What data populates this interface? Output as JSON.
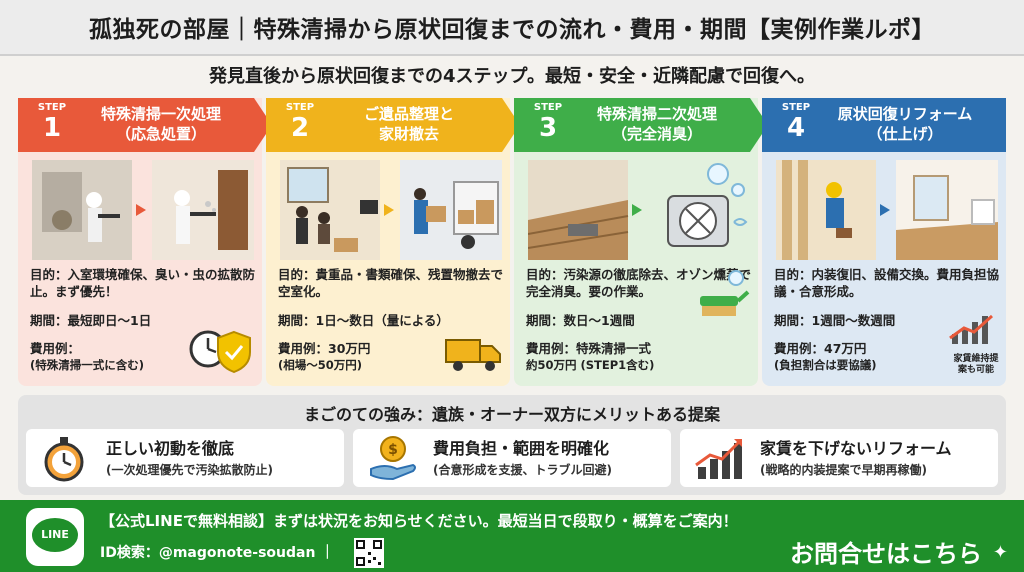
{
  "title": "孤独死の部屋｜特殊清掃から原状回復までの流れ・費用・期間【実例作業ルポ】",
  "subtitle": "発見直後から原状回復までの4ステップ。最短・安全・近隣配慮で回復へ。",
  "colors": {
    "step1": "#e8593a",
    "step2": "#f0b31c",
    "step3": "#3fae49",
    "step4": "#2c6fb0",
    "footer": "#1f8f2a"
  },
  "steps": [
    {
      "label": "STEP",
      "number": "1",
      "title_line1": "特殊清掃一次処理",
      "title_line2": "（応急処置）",
      "purpose": "目的：入室環境確保、臭い・虫の拡散防止。まず優先！",
      "period": "期間：最短即日〜1日",
      "cost": "費用例：",
      "cost_note": "(特殊清掃一式に含む)",
      "icons": [
        "worker-spraying-icon",
        "clock-icon",
        "shield-icon"
      ]
    },
    {
      "label": "STEP",
      "number": "2",
      "title_line1": "ご遺品整理と",
      "title_line2": "家財撤去",
      "purpose": "目的：貴重品・書類確保、残置物撤去で空室化。",
      "period": "期間：1日〜数日（量による）",
      "cost": "費用例：30万円",
      "cost_note": "(相場〜50万円)",
      "icons": [
        "family-sorting-icon",
        "movers-truck-icon",
        "delivery-truck-icon"
      ]
    },
    {
      "label": "STEP",
      "number": "3",
      "title_line1": "特殊清掃二次処理",
      "title_line2": "（完全消臭）",
      "purpose": "目的：汚染源の徹底除去、オゾン燻蒸で完全消臭。要の作業。",
      "period": "期間：数日〜1週間",
      "cost": "費用例：特殊清掃一式",
      "cost_note": "約50万円 (STEP1含む)",
      "icons": [
        "floor-removal-icon",
        "ozone-machine-icon",
        "brush-icon"
      ]
    },
    {
      "label": "STEP",
      "number": "4",
      "title_line1": "原状回復リフォーム",
      "title_line2": "（仕上げ）",
      "purpose": "目的：内装復旧、設備交換。費用負担協議・合意形成。",
      "period": "期間：1週間〜数週間",
      "cost": "費用例：47万円",
      "cost_note": "(負担割合は要協議)",
      "badge": "家賃維持提案も可能",
      "icons": [
        "renovation-worker-icon",
        "finished-room-icon",
        "rising-chart-icon"
      ]
    }
  ],
  "strengths": {
    "heading": "まごのての強み：遺族・オーナー双方にメリットある提案",
    "cards": [
      {
        "title": "正しい初動を徹底",
        "sub": "(一次処理優先で汚染拡散防止)",
        "icon": "stopwatch-icon"
      },
      {
        "title": "費用負担・範囲を明確化",
        "sub": "(合意形成を支援、トラブル回避)",
        "icon": "coin-hand-icon"
      },
      {
        "title": "家賃を下げないリフォーム",
        "sub": "(戦略的内装提案で早期再稼働)",
        "icon": "growth-chart-icon"
      }
    ]
  },
  "footer": {
    "line_label": "LINE",
    "message": "【公式LINEで無料相談】まずは状況をお知らせください。最短当日で段取り・概算をご案内！",
    "id_text": "ID検索：@magonote-soudan ｜",
    "cta": "お問合せはこちら"
  }
}
